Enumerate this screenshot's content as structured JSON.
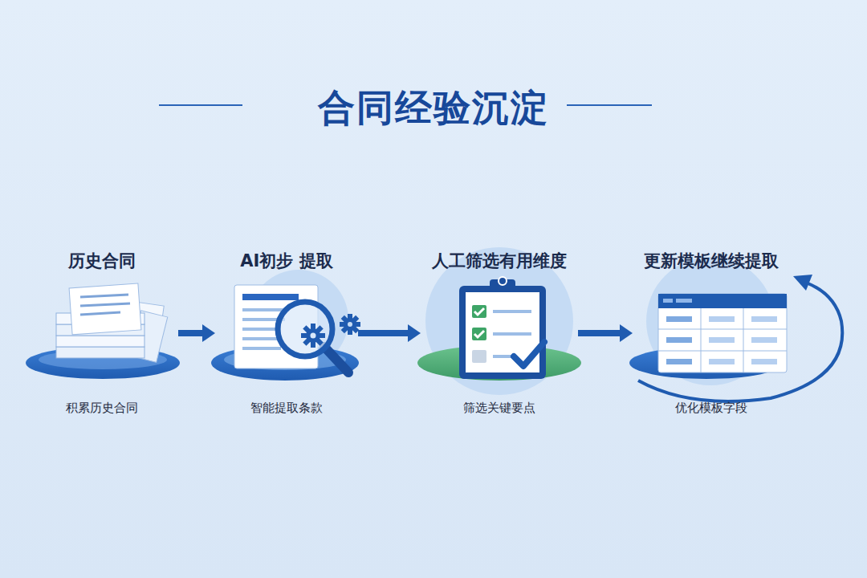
{
  "diagram": {
    "title": "合同经验沉淀",
    "nodes": [
      {
        "text": [
          "历史合同",
          "积累历史合同"
        ]
      },
      {
        "text": [
          "AI初步 提取",
          "智能提取条款"
        ]
      },
      {
        "text": [
          "人工筛选有用维度",
          "筛选关键要点"
        ]
      },
      {
        "text": [
          "更新模板继续提取",
          "优化模板字段"
        ]
      }
    ],
    "edges": [
      {
        "from": 0,
        "to": 1,
        "arrow": "to"
      },
      {
        "from": 1,
        "to": 2,
        "arrow": "to"
      },
      {
        "from": 2,
        "to": 3,
        "arrow": "to"
      }
    ]
  }
}
